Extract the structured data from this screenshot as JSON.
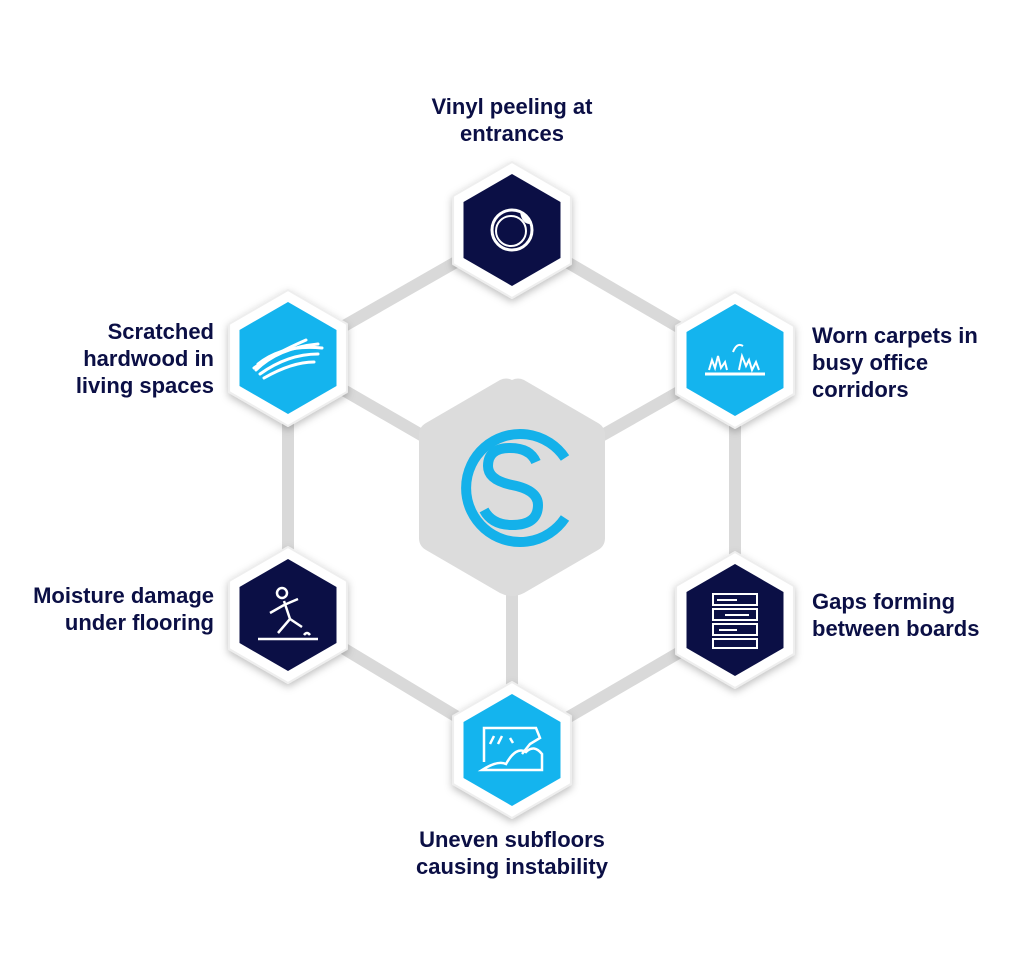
{
  "center": {
    "logo": "S-C logo",
    "color": "#14b1ea"
  },
  "colors": {
    "navy": "#0b0f45",
    "blue": "#14b4ee",
    "connector": "#d8d8d8",
    "center_fill": "#dcdcdc"
  },
  "nodes": [
    {
      "label": "Vinyl peeling at entrances",
      "line1": "Vinyl peeling at",
      "line2": "entrances",
      "icon": "peeling-sticker-icon",
      "style": "navy"
    },
    {
      "label": "Worn carpets in busy office corridors",
      "line1": "Worn carpets in",
      "line2": "busy office",
      "line3": "corridors",
      "icon": "worn-carpet-icon",
      "style": "blue"
    },
    {
      "label": "Gaps forming between boards",
      "line1": "Gaps forming",
      "line2": "between boards",
      "icon": "gapped-boards-icon",
      "style": "navy"
    },
    {
      "label": "Uneven subfloors causing instability",
      "line1": "Uneven subfloors",
      "line2": "causing instability",
      "icon": "uneven-floor-icon",
      "style": "blue"
    },
    {
      "label": "Moisture damage under flooring",
      "line1": "Moisture damage",
      "line2": "under flooring",
      "icon": "slipping-person-icon",
      "style": "navy"
    },
    {
      "label": "Scratched hardwood in living spaces",
      "line1": "Scratched",
      "line2": "hardwood in",
      "line3": "living spaces",
      "icon": "scratch-icon",
      "style": "blue"
    }
  ]
}
